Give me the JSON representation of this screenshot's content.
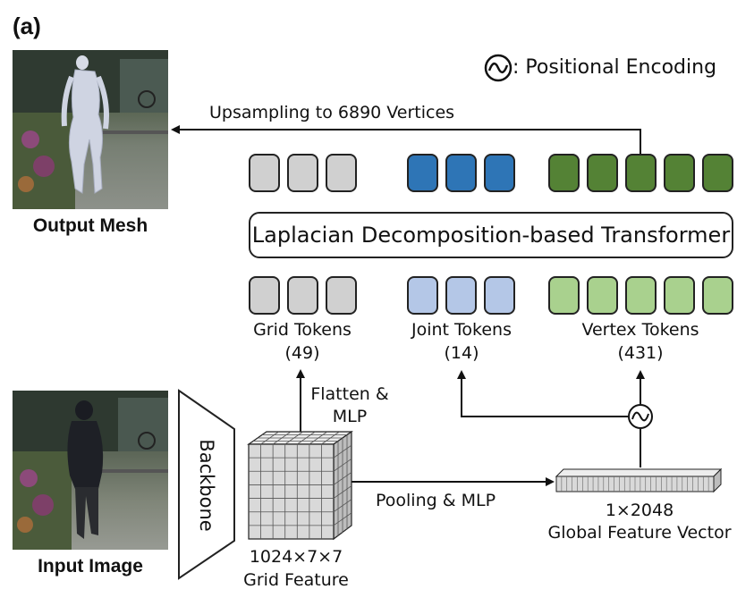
{
  "panel_label": "(a)",
  "legend": {
    "symbol": "positional-encoding-icon",
    "text": ": Positional Encoding"
  },
  "upsampling_label": "Upsampling to 6890 Vertices",
  "output": {
    "label": "Output Mesh"
  },
  "input": {
    "label": "Input Image"
  },
  "transformer_label": "Laplacian Decomposition-based Transformer",
  "tokens": {
    "grid": {
      "name": "Grid Tokens",
      "count": "(49)",
      "shown": 3
    },
    "joint": {
      "name": "Joint Tokens",
      "count": "(14)",
      "shown": 3
    },
    "vertex": {
      "name": "Vertex Tokens",
      "count": "(431)",
      "shown": 5
    }
  },
  "backbone_label": "Backbone",
  "grid_feature": {
    "dims": "1024×7×7",
    "name": "Grid Feature"
  },
  "flatten_label_1": "Flatten &",
  "flatten_label_2": "MLP",
  "pooling_label": "Pooling & MLP",
  "global_feature": {
    "dims": "1×2048",
    "name": "Global Feature Vector"
  },
  "colors": {
    "grid_token": "#d0d0d0",
    "joint_token_out": "#2e75b6",
    "joint_token_in": "#b4c7e7",
    "vertex_token_out": "#548235",
    "vertex_token_in": "#a9d18e",
    "cube_face": "#d9d9d9"
  }
}
